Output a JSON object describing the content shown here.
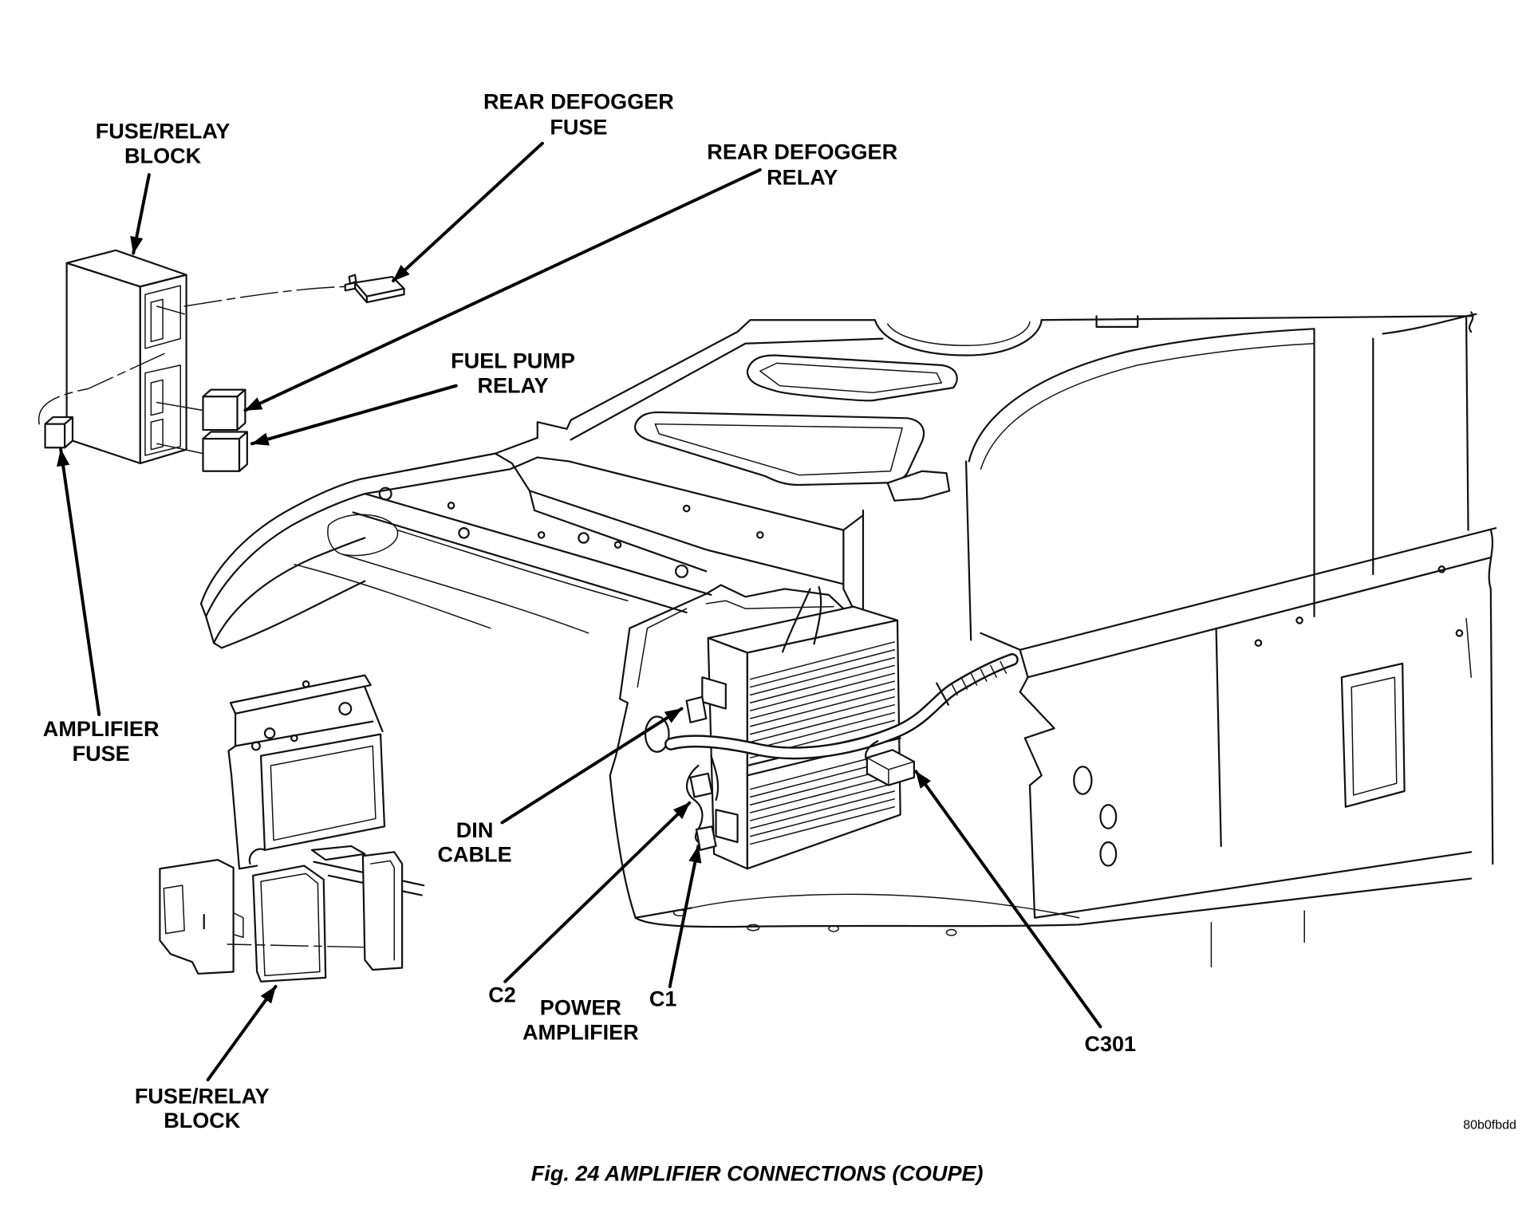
{
  "figure": {
    "caption": "Fig. 24 AMPLIFIER CONNECTIONS (COUPE)",
    "image_code": "80b0fbdd"
  },
  "labels": {
    "fuse_relay_block_upper": [
      "FUSE/RELAY",
      "BLOCK"
    ],
    "rear_defogger_fuse": [
      "REAR DEFOGGER",
      "FUSE"
    ],
    "rear_defogger_relay": [
      "REAR DEFOGGER",
      "RELAY"
    ],
    "fuel_pump_relay": [
      "FUEL PUMP",
      "RELAY"
    ],
    "amplifier_fuse": [
      "AMPLIFIER",
      "FUSE"
    ],
    "din_cable": [
      "DIN",
      "CABLE"
    ],
    "c2": [
      "C2"
    ],
    "power_amplifier": [
      "POWER",
      "AMPLIFIER"
    ],
    "c1": [
      "C1"
    ],
    "c301": [
      "C301"
    ],
    "fuse_relay_block_lower": [
      "FUSE/RELAY",
      "BLOCK"
    ]
  }
}
